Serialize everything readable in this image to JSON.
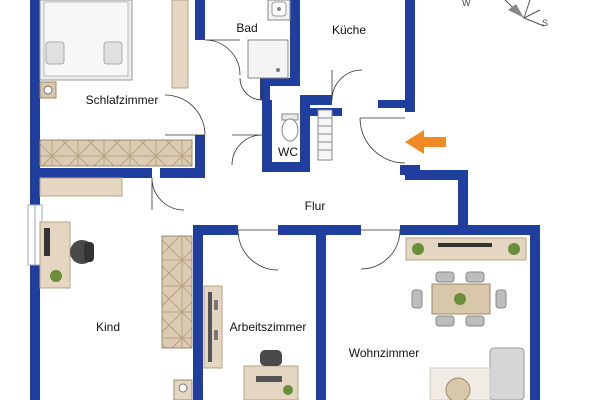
{
  "rooms": {
    "schlafzimmer": "Schlafzimmer",
    "bad": "Bad",
    "kueche": "Küche",
    "wc": "WC",
    "flur": "Flur",
    "kind": "Kind",
    "arbeitszimmer": "Arbeitszimmer",
    "wohnzimmer": "Wohnzimmer"
  },
  "compass": {
    "s_label": "S",
    "w_label": "W"
  },
  "colors": {
    "wall": "#1f3e9e",
    "floor": "#ffffff",
    "wood": "#e4d6c1",
    "wood_dark": "#c9b79a",
    "entrance_arrow": "#f08a24",
    "plant": "#6a8f3a"
  },
  "icons": {
    "entrance": "entrance-arrow-icon",
    "compass": "compass-icon"
  }
}
